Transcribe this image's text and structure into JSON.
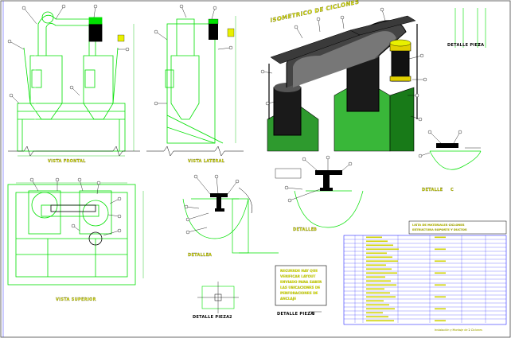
{
  "titles": {
    "front_view": "VISTA FRONTAL",
    "side_view": "VISTA LATERAL",
    "top_view": "VISTA SUPERIOR",
    "isometric": "ISOMETRICO DE CICLONES",
    "detail_label": "DETALLE",
    "detail_a": "A",
    "detail_b": "B",
    "detail_c": "C",
    "part_detail_1": "DETALLE PIEZA",
    "part_detail_1_num": "1",
    "part_detail_2": "DETALLE PIEZA",
    "part_detail_2_num": "2",
    "part_detail_3": "DETALLE PIEZA",
    "part_detail_3_num": "3"
  },
  "note": {
    "lines": [
      "RECUERDE HAY QUE",
      "VERIFICAR LAYOUT",
      "ENVIADO PARA SABER",
      "LAS UBICACIONES DE",
      "PERFORACIONES DE",
      "ANCLAJE"
    ]
  },
  "table": {
    "header_lines": [
      "LISTA DE MATERIALES CICLONES",
      "ESTRUCTURA SOPORTE Y DUCTOS"
    ],
    "footer": "Instalación y Montaje de 2 Ciclones"
  },
  "colors": {
    "green": "#00e000",
    "yellow": "#e8f000",
    "black": "#000000",
    "red": "#ff0000",
    "blue": "#0000ff",
    "gray": "#555555"
  }
}
